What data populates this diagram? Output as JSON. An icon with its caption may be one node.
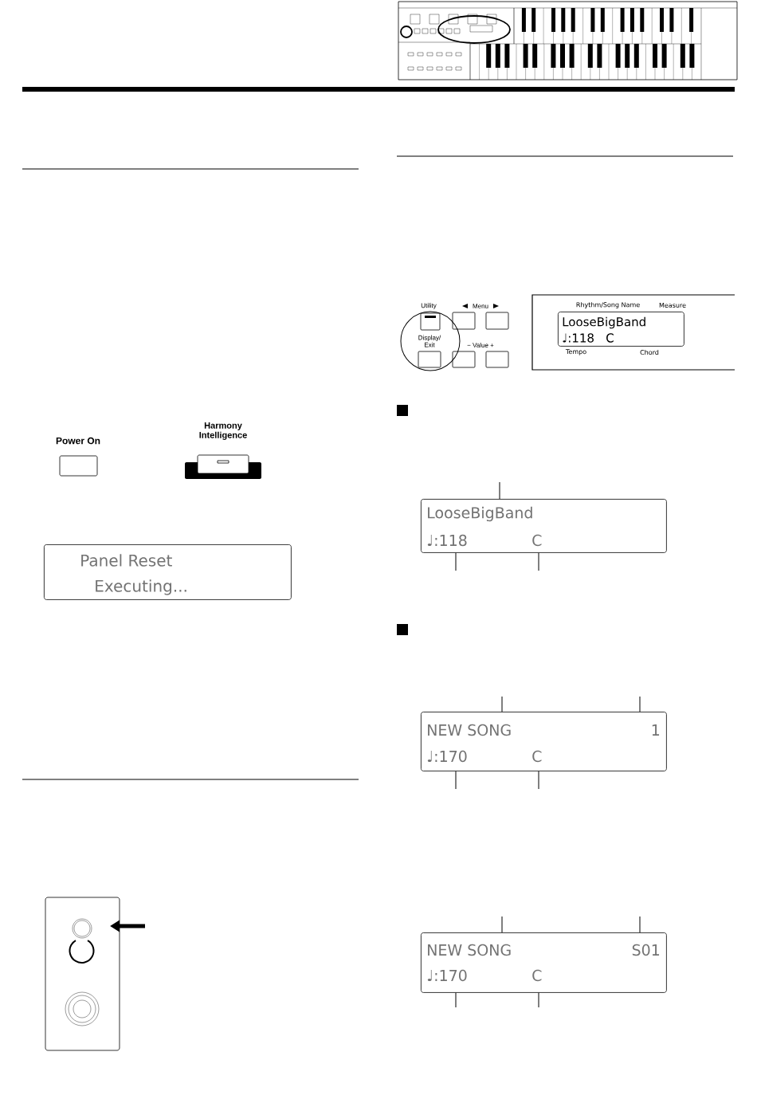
{
  "diagram": {
    "nodes": [
      {
        "text": [
          "Panel Reset",
          "Executing..."
        ]
      },
      {
        "text": [
          "Rhythm/Song Name",
          "Measure",
          "Tempo",
          "Chord"
        ]
      },
      {
        "text": [
          "LooseBigBand",
          "♩:118",
          "C"
        ],
        "in": 1
      },
      {
        "text": [
          "LooseBigBand",
          "♩:118",
          "C"
        ]
      },
      {
        "text": [
          "NEW SONG",
          "1",
          "♩:170",
          "C"
        ]
      },
      {
        "text": [
          "NEW SONG",
          "S01",
          "♩:170",
          "C"
        ]
      }
    ],
    "edges": [
      {
        "from": 3,
        "to": null,
        "arrow": "none"
      },
      {
        "from": 3,
        "to": null,
        "arrow": "none"
      },
      {
        "from": 3,
        "to": null,
        "arrow": "none"
      },
      {
        "from": 4,
        "to": null,
        "arrow": "none"
      },
      {
        "from": 4,
        "to": null,
        "arrow": "none"
      },
      {
        "from": 4,
        "to": null,
        "arrow": "none"
      },
      {
        "from": 4,
        "to": null,
        "arrow": "none"
      },
      {
        "from": 5,
        "to": null,
        "arrow": "none"
      },
      {
        "from": 5,
        "to": null,
        "arrow": "none"
      },
      {
        "from": 5,
        "to": null,
        "arrow": "none"
      },
      {
        "from": 5,
        "to": null,
        "arrow": "none"
      }
    ],
    "labels": [
      "Power On",
      "Harmony Intelligence",
      "Utility",
      "Menu",
      "Display/ Exit",
      "− Value +"
    ]
  }
}
